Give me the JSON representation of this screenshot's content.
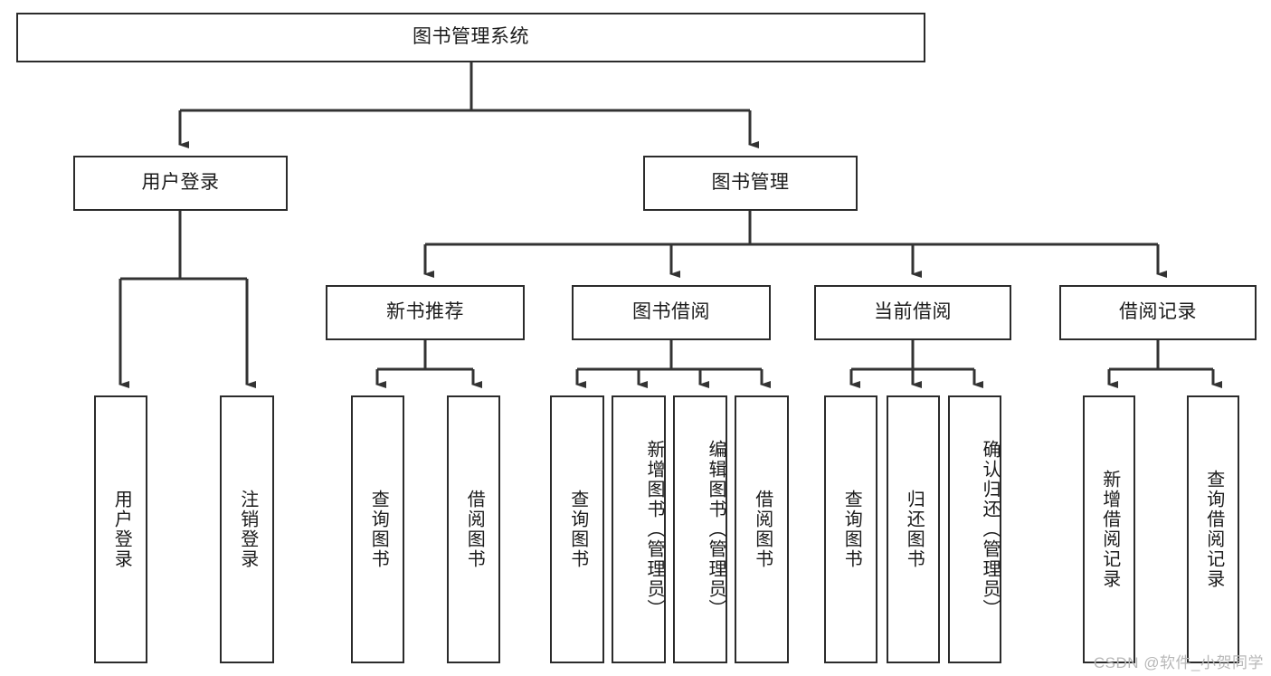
{
  "diagram": {
    "title": "图书管理系统",
    "type": "hierarchy-tree",
    "root": {
      "label": "图书管理系统"
    },
    "level2": [
      {
        "label": "用户登录"
      },
      {
        "label": "图书管理"
      }
    ],
    "level3": [
      {
        "label": "新书推荐"
      },
      {
        "label": "图书借阅"
      },
      {
        "label": "当前借阅"
      },
      {
        "label": "借阅记录"
      }
    ],
    "leaves": {
      "user_login": [
        {
          "label": "用户登录"
        },
        {
          "label": "注销登录"
        }
      ],
      "new_book_recommend": [
        {
          "label": "查询图书"
        },
        {
          "label": "借阅图书"
        }
      ],
      "book_borrow": [
        {
          "label": "查询图书"
        },
        {
          "label": "新增图书（管理员）"
        },
        {
          "label": "编辑图书（管理员）"
        },
        {
          "label": "借阅图书"
        }
      ],
      "current_borrow": [
        {
          "label": "查询图书"
        },
        {
          "label": "归还图书"
        },
        {
          "label": "确认归还（管理员）"
        }
      ],
      "borrow_record": [
        {
          "label": "新增借阅记录"
        },
        {
          "label": "查询借阅记录"
        }
      ]
    }
  },
  "watermark": {
    "text": "CSDN @软件_小贺同学"
  },
  "colors": {
    "box_border": "#2b2b2b",
    "box_fill": "#ffffff",
    "text": "#1b1b1b",
    "wire": "#333333",
    "watermark": "#b8b8b8"
  }
}
